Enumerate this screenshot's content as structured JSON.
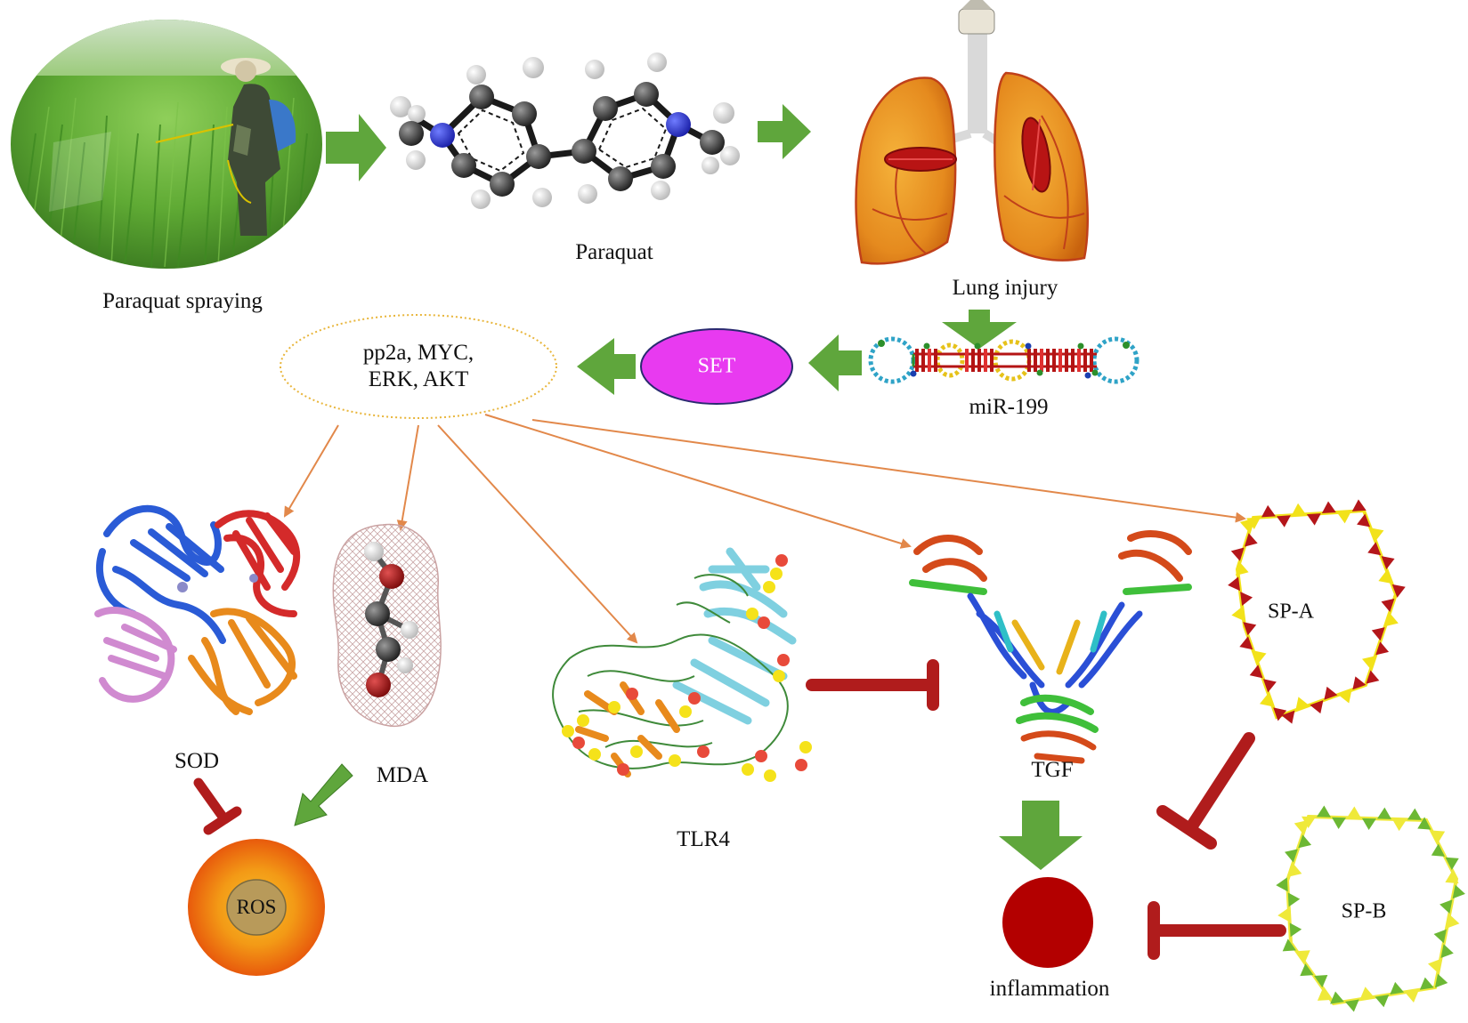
{
  "nodes": {
    "spraying": {
      "label": "Paraquat spraying",
      "icon": "farmer-spraying-field-photo"
    },
    "paraquat": {
      "label": "Paraquat",
      "icon": "paraquat-molecule-model"
    },
    "lung": {
      "label": "Lung injury",
      "icon": "lungs-icon"
    },
    "mir": {
      "label": "miR-199",
      "icon": "rna-hairpin-icon"
    },
    "set": {
      "label": "SET"
    },
    "targets": {
      "line1": "pp2a, MYC,",
      "line2": "ERK, AKT"
    },
    "sod": {
      "label": "SOD",
      "icon": "sod-protein-structure"
    },
    "mda": {
      "label": "MDA",
      "icon": "mda-molecule-surface"
    },
    "tlr4": {
      "label": "TLR4",
      "icon": "tlr4-protein-structure"
    },
    "tgf": {
      "label": "TGF",
      "icon": "tgf-protein-structure"
    },
    "spa": {
      "label": "SP-A",
      "icon": "sp-a-frame"
    },
    "spb": {
      "label": "SP-B",
      "icon": "sp-b-frame"
    },
    "ros": {
      "label": "ROS",
      "icon": "ros-sphere-icon"
    },
    "inflammation": {
      "label": "inflammation",
      "icon": "inflammation-dot"
    }
  },
  "colors": {
    "green_arrow": "#5fa63c",
    "inhibit": "#b01c1c",
    "orange_line": "#e2884a",
    "set_fill": "#e83af0",
    "ros_outer": "#f07c10",
    "ros_core": "#b89a5a",
    "inflammation": "#b30000",
    "spa_red": "#b4161a",
    "spa_yellow": "#f2e21a",
    "spb_green": "#6cb834",
    "spb_yellow": "#efe93a"
  }
}
